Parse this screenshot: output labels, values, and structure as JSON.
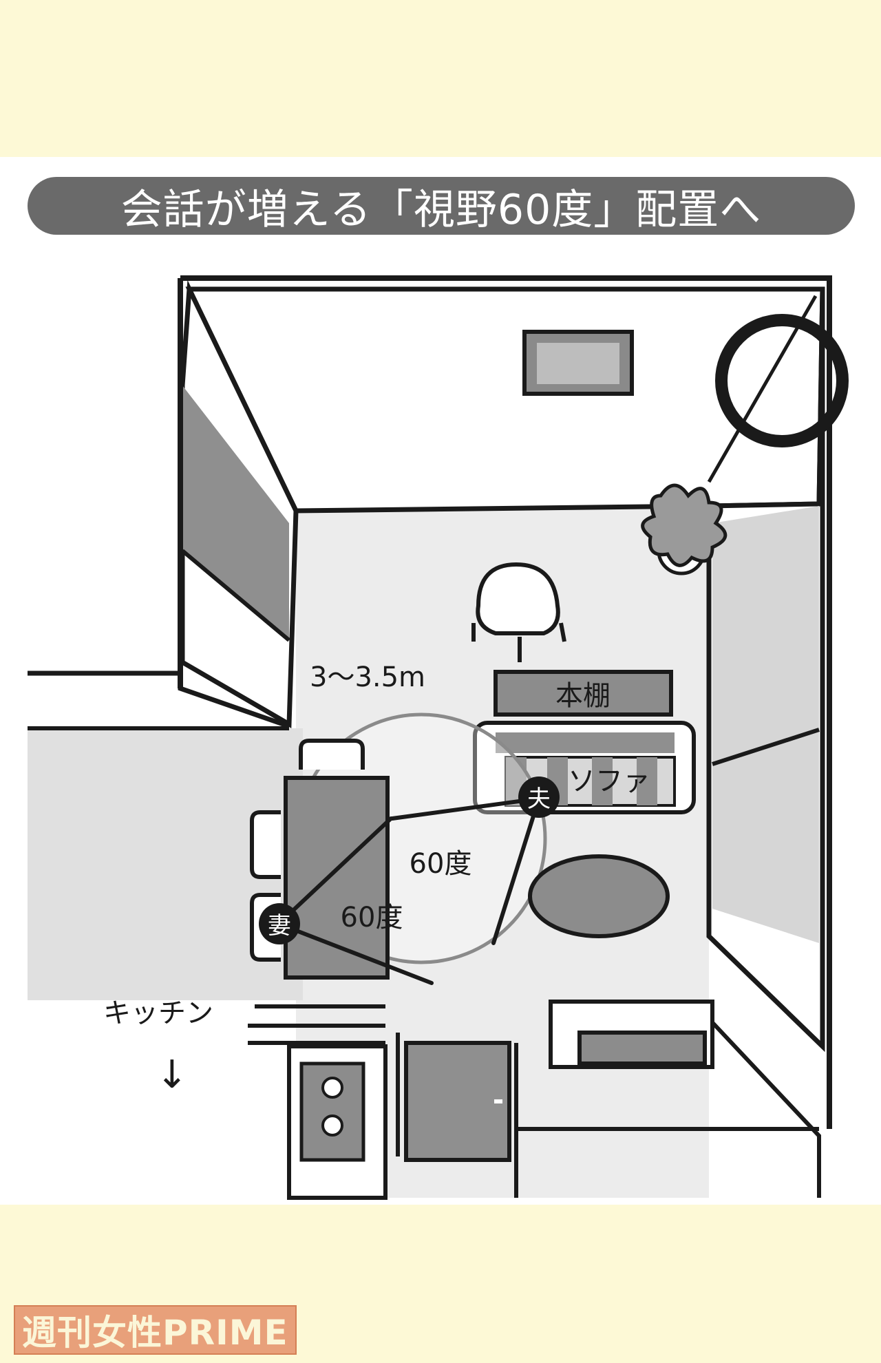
{
  "title": "会話が増える「視野60度」配置へ",
  "labels": {
    "distance": "3〜3.5m",
    "bookshelf": "本棚",
    "sofa": "ソファ",
    "husband": "夫",
    "wife": "妻",
    "angle_husband": "60度",
    "angle_wife": "60度",
    "kitchen": "キッチン",
    "kitchen_arrow": "↓"
  },
  "watermark": "週刊女性PRIME",
  "colors": {
    "background": "#fdf9d6",
    "title_pill": "#6a6a6a",
    "watermark_bg": "#e8a07a"
  }
}
